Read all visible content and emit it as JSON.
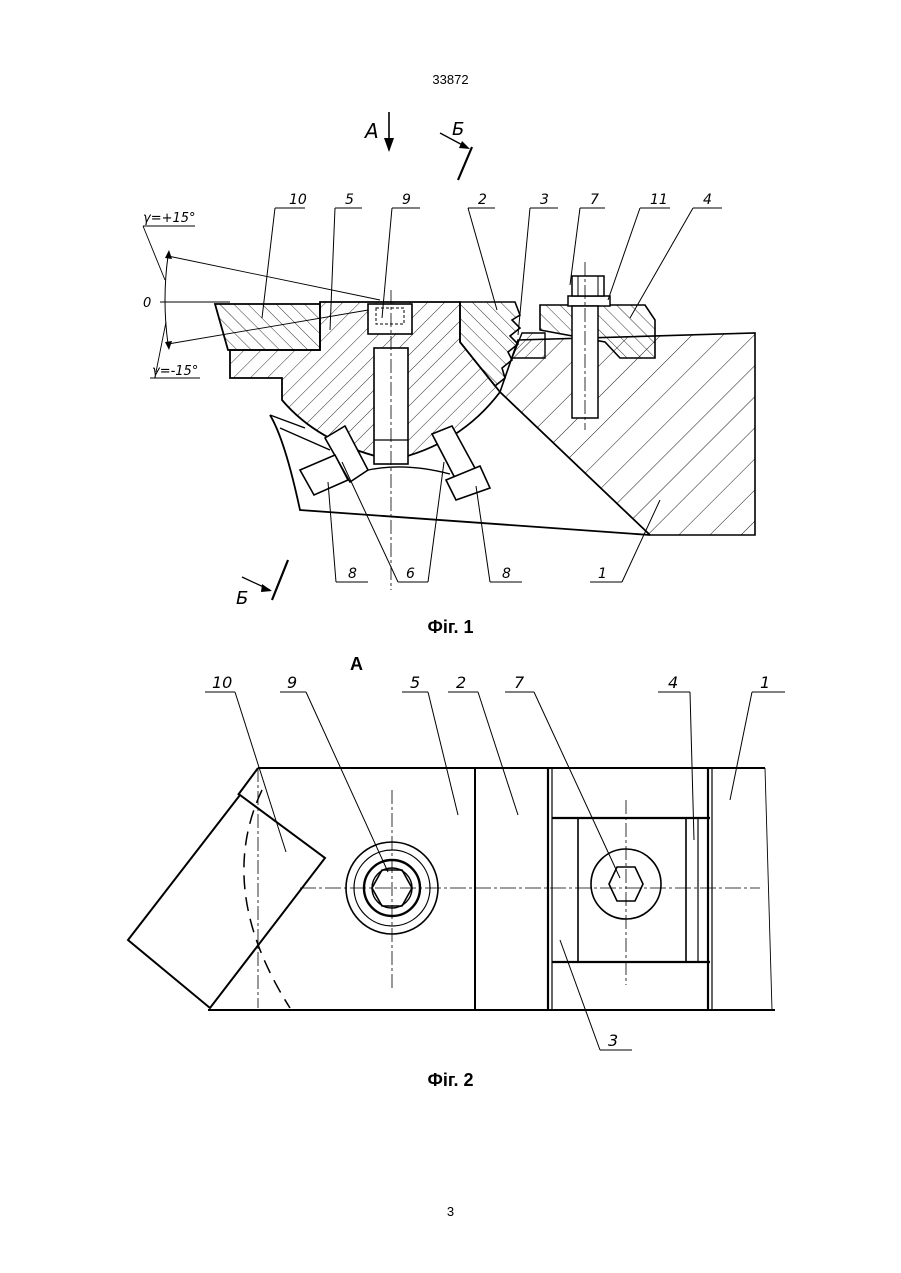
{
  "document": {
    "patent_number": "33872",
    "page_number": "3"
  },
  "figure1": {
    "caption": "Фіг. 1",
    "view_arrow_a": "А",
    "section_b": "Б",
    "angle_plus": "γ=+15°",
    "angle_zero": "0",
    "angle_minus": "γ=-15°",
    "callouts": [
      "10",
      "5",
      "9",
      "2",
      "3",
      "7",
      "11",
      "4",
      "8",
      "6",
      "8",
      "1"
    ]
  },
  "figure2": {
    "caption": "Фіг. 2",
    "view_label": "А",
    "callouts": [
      "10",
      "9",
      "5",
      "2",
      "7",
      "4",
      "1",
      "3"
    ]
  },
  "colors": {
    "ink": "#000000",
    "paper": "#ffffff"
  }
}
